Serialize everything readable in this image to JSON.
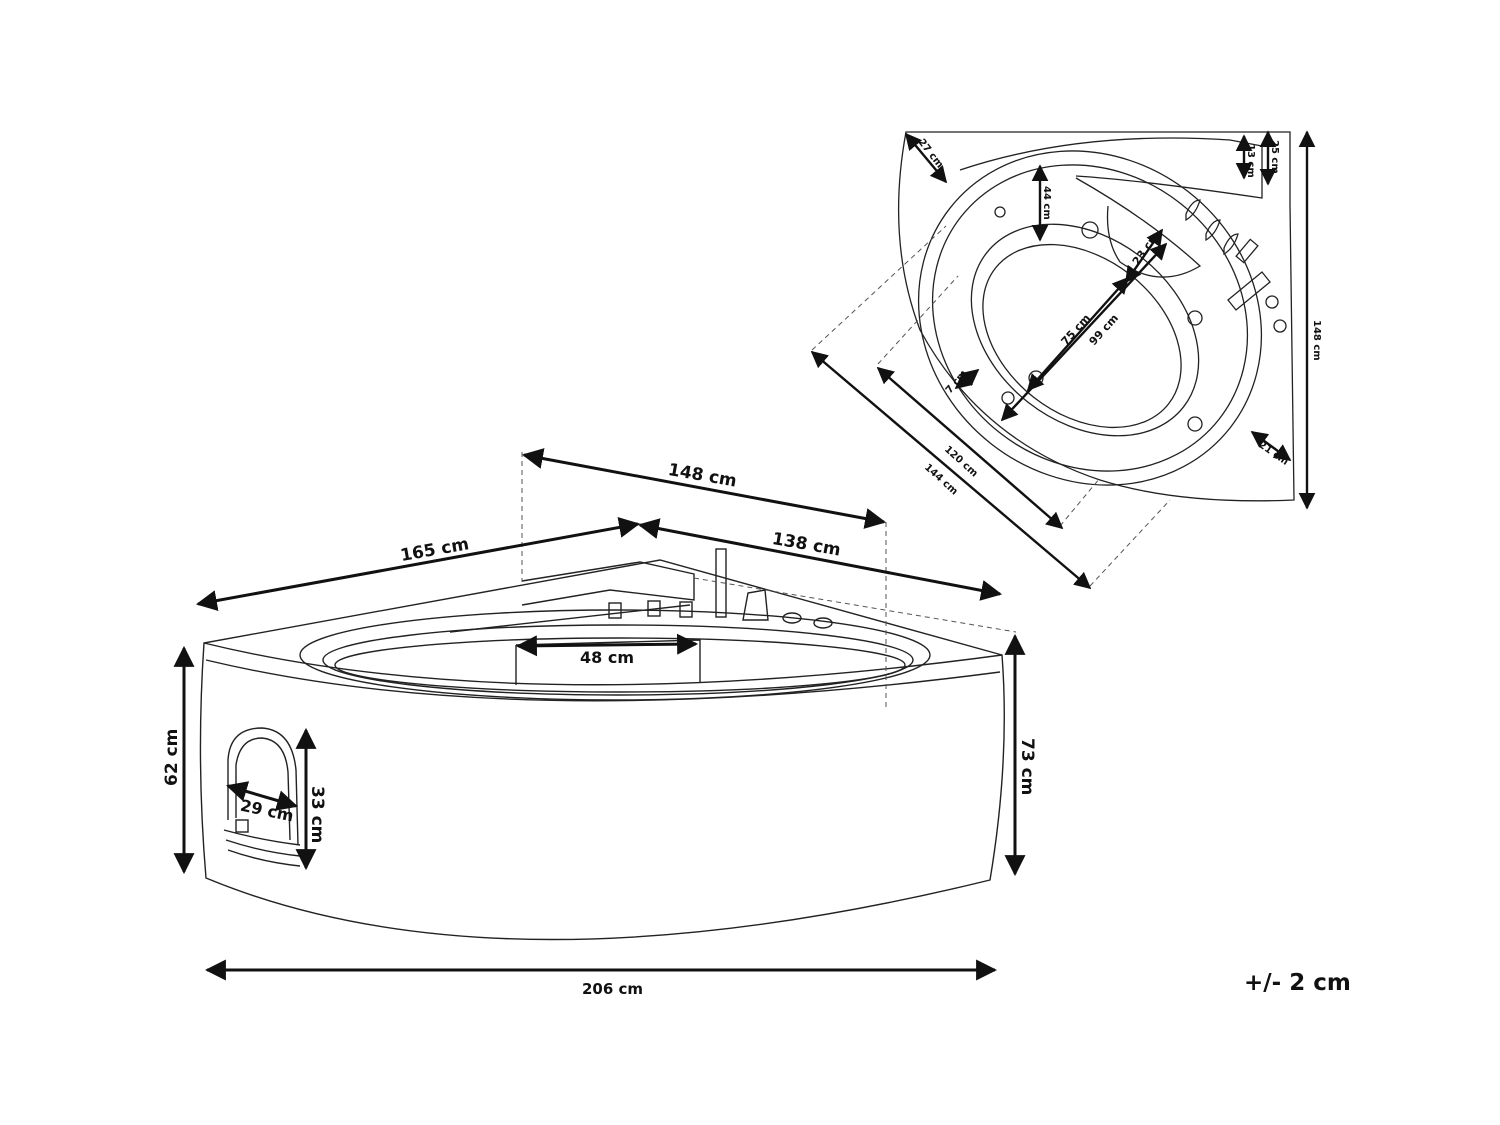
{
  "front_view": {
    "dimensions": {
      "length_165": "165 cm",
      "length_148": "148 cm",
      "length_138": "138 cm",
      "inner_48": "48 cm",
      "height_62": "62 cm",
      "height_73": "73 cm",
      "niche_33": "33 cm",
      "niche_29": "29 cm",
      "width_206": "206 cm"
    }
  },
  "top_view": {
    "dimensions": {
      "d_27": "27 cm",
      "d_44": "44 cm",
      "d_13": "13 cm",
      "d_25": "25 cm",
      "d_148": "148 cm",
      "d_23": "23 cm",
      "d_75": "75 cm",
      "d_99": "99 cm",
      "d_7": "7 cm",
      "d_21": "21 cm",
      "d_120": "120 cm",
      "d_144": "144 cm"
    }
  },
  "tolerance": "+/- 2 cm"
}
